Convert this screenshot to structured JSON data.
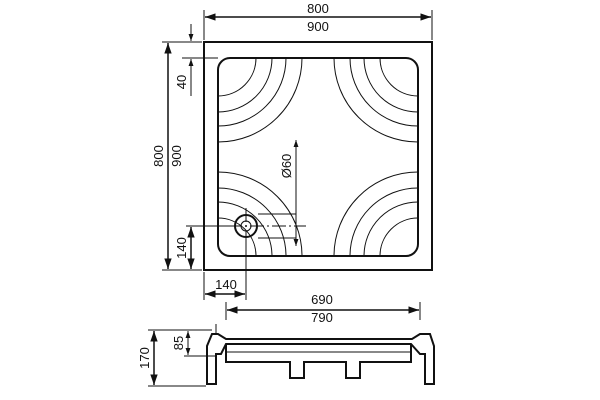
{
  "dimensions": {
    "top_width_a": "800",
    "top_width_b": "900",
    "side_height_a": "800",
    "side_height_b": "900",
    "rim_offset": "40",
    "drain_diameter": "Ø60",
    "drain_offset_y": "140",
    "drain_offset_x": "140",
    "inner_length_a": "690",
    "inner_length_b": "790",
    "total_height": "170",
    "tray_depth": "85"
  }
}
